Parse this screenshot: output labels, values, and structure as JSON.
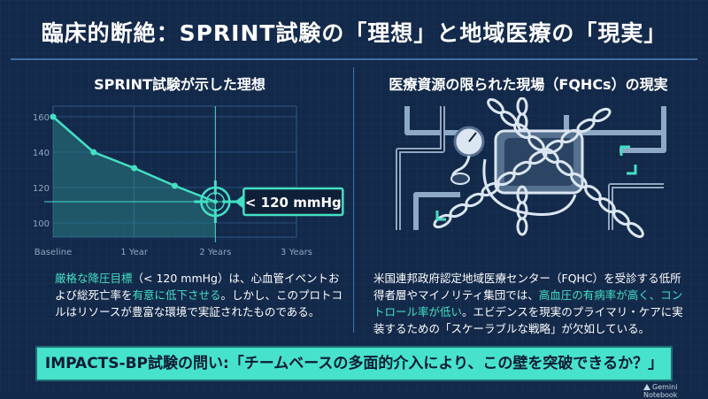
{
  "title": "臨床的断絶：SPRINT試験の「理想」と地域医療の「現実」",
  "left_panel": {
    "title": "SPRINT試験が示した理想",
    "target_label": "< 120 mmHg",
    "paragraph": [
      {
        "text": "厳格な降圧目標",
        "hl": true
      },
      {
        "text": "（< 120 mmHg）は、心血管イベントおよび総死亡率を",
        "hl": false
      },
      {
        "text": "有意に低下させる",
        "hl": true
      },
      {
        "text": "。しかし、このプロトコルはリソースが豊富な環境で実証されたものである。",
        "hl": false
      }
    ]
  },
  "right_panel": {
    "title": "医療資源の限られた現場（FQHCs）の現実",
    "paragraph": [
      {
        "text": "米国連邦政府認定地域医療センター（FQHC）を受診する低所得者層やマイノリティ集団では、",
        "hl": false
      },
      {
        "text": "高血圧の有病率が高く、コントロール率が低い",
        "hl": true
      },
      {
        "text": "。エビデンスを現実のプライマリ・ケアに実装するための「スケーラブルな戦略」が欠如している。",
        "hl": false
      }
    ]
  },
  "banner": "IMPACTS-BP試験の問い:「チームベースの多面的介入により、この壁を突破できるか？」",
  "brand": "Gemini Notebook",
  "colors": {
    "background": "#13294a",
    "accent": "#43e0c4",
    "line": "#3f6fa6"
  },
  "chart_data": {
    "type": "line",
    "x_categories": [
      "Baseline",
      "1 Year",
      "2 Years",
      "3 Years"
    ],
    "x": [
      0,
      0.5,
      1,
      1.5,
      2
    ],
    "series": [
      {
        "values": [
          160,
          140,
          131,
          121,
          112
        ]
      }
    ],
    "yticks": [
      100,
      120,
      140,
      160
    ],
    "ylim": [
      92,
      166
    ],
    "xlim": [
      0,
      3
    ],
    "target_y": 112,
    "target_x": 2,
    "grid": true,
    "fill": "area",
    "annotation": "< 120 mmHg"
  }
}
